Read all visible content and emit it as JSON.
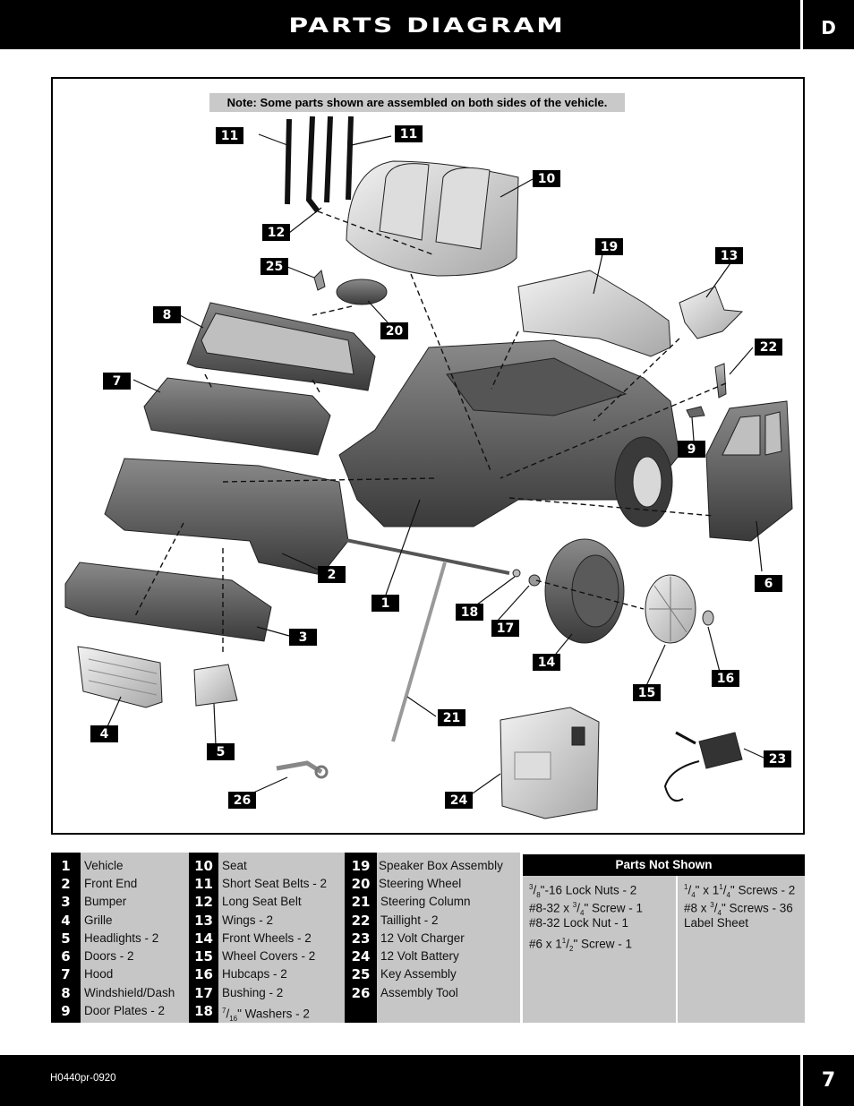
{
  "header": {
    "title": "PARTS DIAGRAM",
    "section": "D"
  },
  "note": "Note: Some parts shown are assembled on both sides of the vehicle.",
  "callouts": {
    "c11a": "11",
    "c11b": "11",
    "c10": "10",
    "c12": "12",
    "c25": "25",
    "c19": "19",
    "c13": "13",
    "c8": "8",
    "c20": "20",
    "c22": "22",
    "c7": "7",
    "c9": "9",
    "c2": "2",
    "c6": "6",
    "c1": "1",
    "c18": "18",
    "c17": "17",
    "c3": "3",
    "c14": "14",
    "c16": "16",
    "c15": "15",
    "c21": "21",
    "c4": "4",
    "c5": "5",
    "c23": "23",
    "c26": "26",
    "c24": "24"
  },
  "parts": {
    "col1": [
      {
        "num": "1",
        "name": "Vehicle"
      },
      {
        "num": "2",
        "name": "Front End"
      },
      {
        "num": "3",
        "name": "Bumper"
      },
      {
        "num": "4",
        "name": "Grille"
      },
      {
        "num": "5",
        "name": "Headlights - 2"
      },
      {
        "num": "6",
        "name": "Doors - 2"
      },
      {
        "num": "7",
        "name": "Hood"
      },
      {
        "num": "8",
        "name": "Windshield/Dash"
      },
      {
        "num": "9",
        "name": "Door Plates - 2"
      }
    ],
    "col2": [
      {
        "num": "10",
        "name": "Seat"
      },
      {
        "num": "11",
        "name": "Short Seat Belts - 2"
      },
      {
        "num": "12",
        "name": "Long Seat Belt"
      },
      {
        "num": "13",
        "name": "Wings - 2"
      },
      {
        "num": "14",
        "name": "Front Wheels - 2"
      },
      {
        "num": "15",
        "name": "Wheel Covers - 2"
      },
      {
        "num": "16",
        "name": "Hubcaps - 2"
      },
      {
        "num": "17",
        "name": "Bushing - 2"
      },
      {
        "num": "18",
        "name": "\" Washers - 2",
        "frac_num": "7",
        "frac_den": "16"
      }
    ],
    "col3": [
      {
        "num": "19",
        "name": "Speaker Box Assembly"
      },
      {
        "num": "20",
        "name": "Steering Wheel"
      },
      {
        "num": "21",
        "name": "Steering Column"
      },
      {
        "num": "22",
        "name": "Taillight - 2"
      },
      {
        "num": "23",
        "name": "12 Volt Charger"
      },
      {
        "num": "24",
        "name": "12 Volt Battery"
      },
      {
        "num": "25",
        "name": "Key Assembly"
      },
      {
        "num": "26",
        "name": "Assembly Tool"
      }
    ]
  },
  "not_shown": {
    "title": "Parts Not Shown",
    "left": {
      "i1": {
        "n": "3",
        "d": "8",
        "rest": "\"-16 Lock Nuts - 2"
      },
      "i2": {
        "pre": "#8-32 x ",
        "n": "3",
        "d": "4",
        "rest": "\" Screw - 1"
      },
      "i3": "#8-32 Lock Nut - 1",
      "i4": {
        "pre": "#6 x 1",
        "n": "1",
        "d": "2",
        "rest": "\" Screw - 1"
      }
    },
    "right": {
      "i1": {
        "n1": "1",
        "d1": "4",
        "mid": "\" x 1",
        "n2": "1",
        "d2": "4",
        "rest": "\" Screws - 2"
      },
      "i2": {
        "pre": "#8 x ",
        "n": "3",
        "d": "4",
        "rest": "\" Screws - 36"
      },
      "i3": "Label Sheet"
    }
  },
  "footer": {
    "doc_code": "H0440pr-0920",
    "page": "7"
  }
}
